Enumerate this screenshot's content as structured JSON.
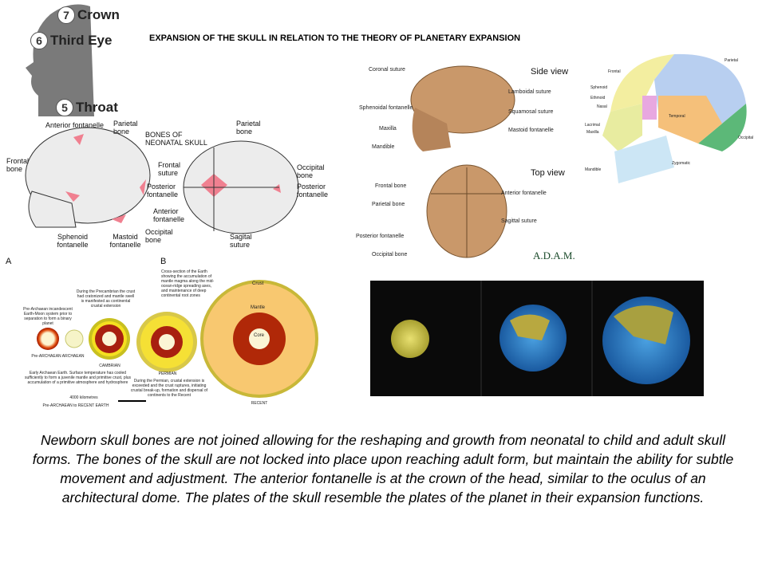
{
  "title": "EXPANSION OF THE SKULL IN RELATION TO THE THEORY OF PLANETARY EXPANSION",
  "chakras": [
    {
      "num": "7",
      "label": "Crown"
    },
    {
      "num": "6",
      "label": "Third Eye"
    },
    {
      "num": "5",
      "label": "Throat"
    }
  ],
  "neonatal": {
    "heading": "BONES OF NEONATAL SKULL",
    "side": {
      "anterior": "Anterior fontanelle",
      "parietal": "Parietal bone",
      "frontal": "Frontal bone",
      "posterior": "Posterior fontanelle",
      "sphenoid": "Sphenoid fontanelle",
      "mastoid": "Mastoid fontanelle",
      "occipital": "Occipital bone"
    },
    "top": {
      "parietal": "Parietal bone",
      "frontal_suture": "Frontal suture",
      "occipital": "Occipital bone",
      "posterior": "Posterior fontanelle",
      "anterior": "Anterior fontanelle",
      "sagittal": "Sagital suture"
    }
  },
  "adam": {
    "side_view": "Side view",
    "top_view": "Top view",
    "logo": "A.D.A.M.",
    "side_labels": [
      "Coronal suture",
      "Sphenoidal fontanelle",
      "Maxilla",
      "Mandible",
      "Lamboidal suture",
      "Squamosal suture",
      "Mastoid fontanelle"
    ],
    "top_labels": [
      "Frontal bone",
      "Parietal bone",
      "Posterior fontanelle",
      "Occipital bone",
      "Anterior fontanelle",
      "Sagittal suture"
    ]
  },
  "adult_skull": {
    "labels": [
      "Frontal",
      "Parietal",
      "Sphenoid",
      "Ethmoid",
      "Nasal",
      "Lacrimal",
      "Maxilla",
      "Temporal",
      "Occipital",
      "Zygomatic",
      "Mandible"
    ]
  },
  "earth": {
    "label_a": "A",
    "label_b": "B",
    "pre": "Pre-ARCHAEAN ARCHAEAN",
    "cambrian": "CAMBRIAN",
    "permian": "PERMIAN",
    "recent": "RECENT",
    "note_pre": "Pre-Archaean incandescent Earth-Moon system prior to separation to form a binary planet",
    "note_precambrian": "During the Precambrian the crust had cratonized and mantle swell is manifested as continental crustal extension",
    "note_early": "Early Archaean Earth. Surface temperature has cooled sufficiently to form a juvenile mantle and primitive crust, plus accumulation of a primitive atmosphere and hydrosphere",
    "note_permian": "During the Permian, crustal extension is exceeded and the crust ruptures, initiating crustal break-up, formation and dispersal of continents to the Recent",
    "note_cross": "Cross-section of the Earth showing the accumulation of mantle magma along the mid-ocean-ridge spreading axes, and maintenance of deep continental root zones",
    "crust": "Crust",
    "mantle": "Mantle",
    "core": "Core",
    "scale": "4000 kilometres",
    "scale_caption": "Pre-ARCHAEAN to RECENT EARTH"
  },
  "caption": "Newborn skull bones are not joined allowing for the reshaping and growth from neonatal to child and adult skull forms.  The bones of the skull are not locked into place upon reaching adult form, but maintain the ability for subtle movement and adjustment.  The anterior fontanelle is at the crown of the head, similar to the oculus of an architectural dome.   The plates of the skull resemble the plates of the planet in their expansion functions."
}
